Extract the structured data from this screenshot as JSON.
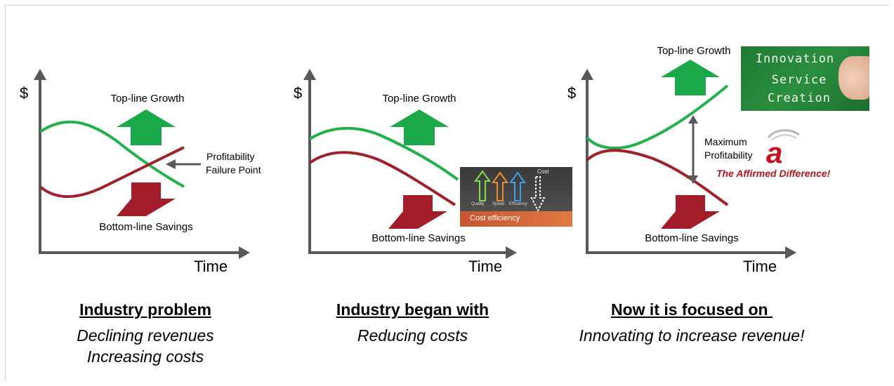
{
  "panels": [
    {
      "ylabel": "$",
      "xlabel": "Time",
      "top_label": "Top-line Growth",
      "bottom_label": "Bottom-line Savings",
      "annotation_line1": "Profitability",
      "annotation_line2": "Failure Point",
      "caption_head": "Industry problem",
      "caption_line1": "Declining revenues",
      "caption_line2": "Increasing costs"
    },
    {
      "ylabel": "$",
      "xlabel": "Time",
      "top_label": "Top-line Growth",
      "bottom_label": "Bottom-line Savings",
      "caption_head": "Industry began with",
      "caption_line1": "Reducing costs",
      "photo": {
        "arrow_labels": [
          "Quality",
          "Speed",
          "Efficiency"
        ],
        "cost_label": "Cost",
        "strip_text": "Cost efficiency"
      }
    },
    {
      "ylabel": "$",
      "xlabel": "Time",
      "top_label": "Top-line Growth",
      "bottom_label": "Bottom-line Savings",
      "annotation_line1": "Maximum",
      "annotation_line2": "Profitability",
      "logo_letter": "a",
      "tagline": "The Affirmed Difference!",
      "caption_head": "Now it is focused on ",
      "caption_line1": "Innovating to increase revenue!",
      "photo": {
        "line1": "Innovation",
        "line2": "Service",
        "line3": "Creation"
      }
    }
  ],
  "colors": {
    "growth_green": "#22b04b",
    "growth_arrow": "#1aa84a",
    "cost_red": "#a0202c",
    "savings_arrow": "#a31c2a",
    "axis": "#595959",
    "tagline": "#b0171f"
  }
}
